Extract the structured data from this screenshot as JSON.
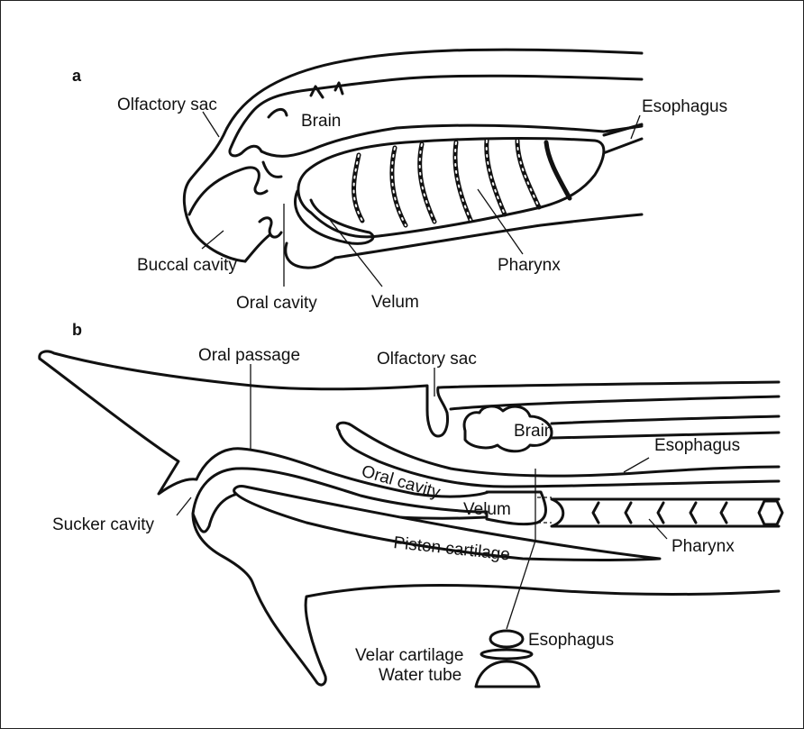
{
  "panel_a": {
    "tag": "a",
    "labels": {
      "olfactory_sac": "Olfactory sac",
      "brain": "Brain",
      "esophagus": "Esophagus",
      "buccal_cavity": "Buccal cavity",
      "oral_cavity": "Oral cavity",
      "velum": "Velum",
      "pharynx": "Pharynx"
    }
  },
  "panel_b": {
    "tag": "b",
    "labels": {
      "oral_passage": "Oral passage",
      "olfactory_sac": "Olfactory sac",
      "brain": "Brain",
      "esophagus": "Esophagus",
      "oral_cavity": "Oral cavity",
      "velum": "Velum",
      "sucker_cavity": "Sucker cavity",
      "piston_cartilage": "Piston cartilage",
      "pharynx": "Pharynx",
      "inset_esophagus": "Esophagus",
      "velar_cartilage": "Velar cartilage",
      "water_tube": "Water tube"
    }
  }
}
